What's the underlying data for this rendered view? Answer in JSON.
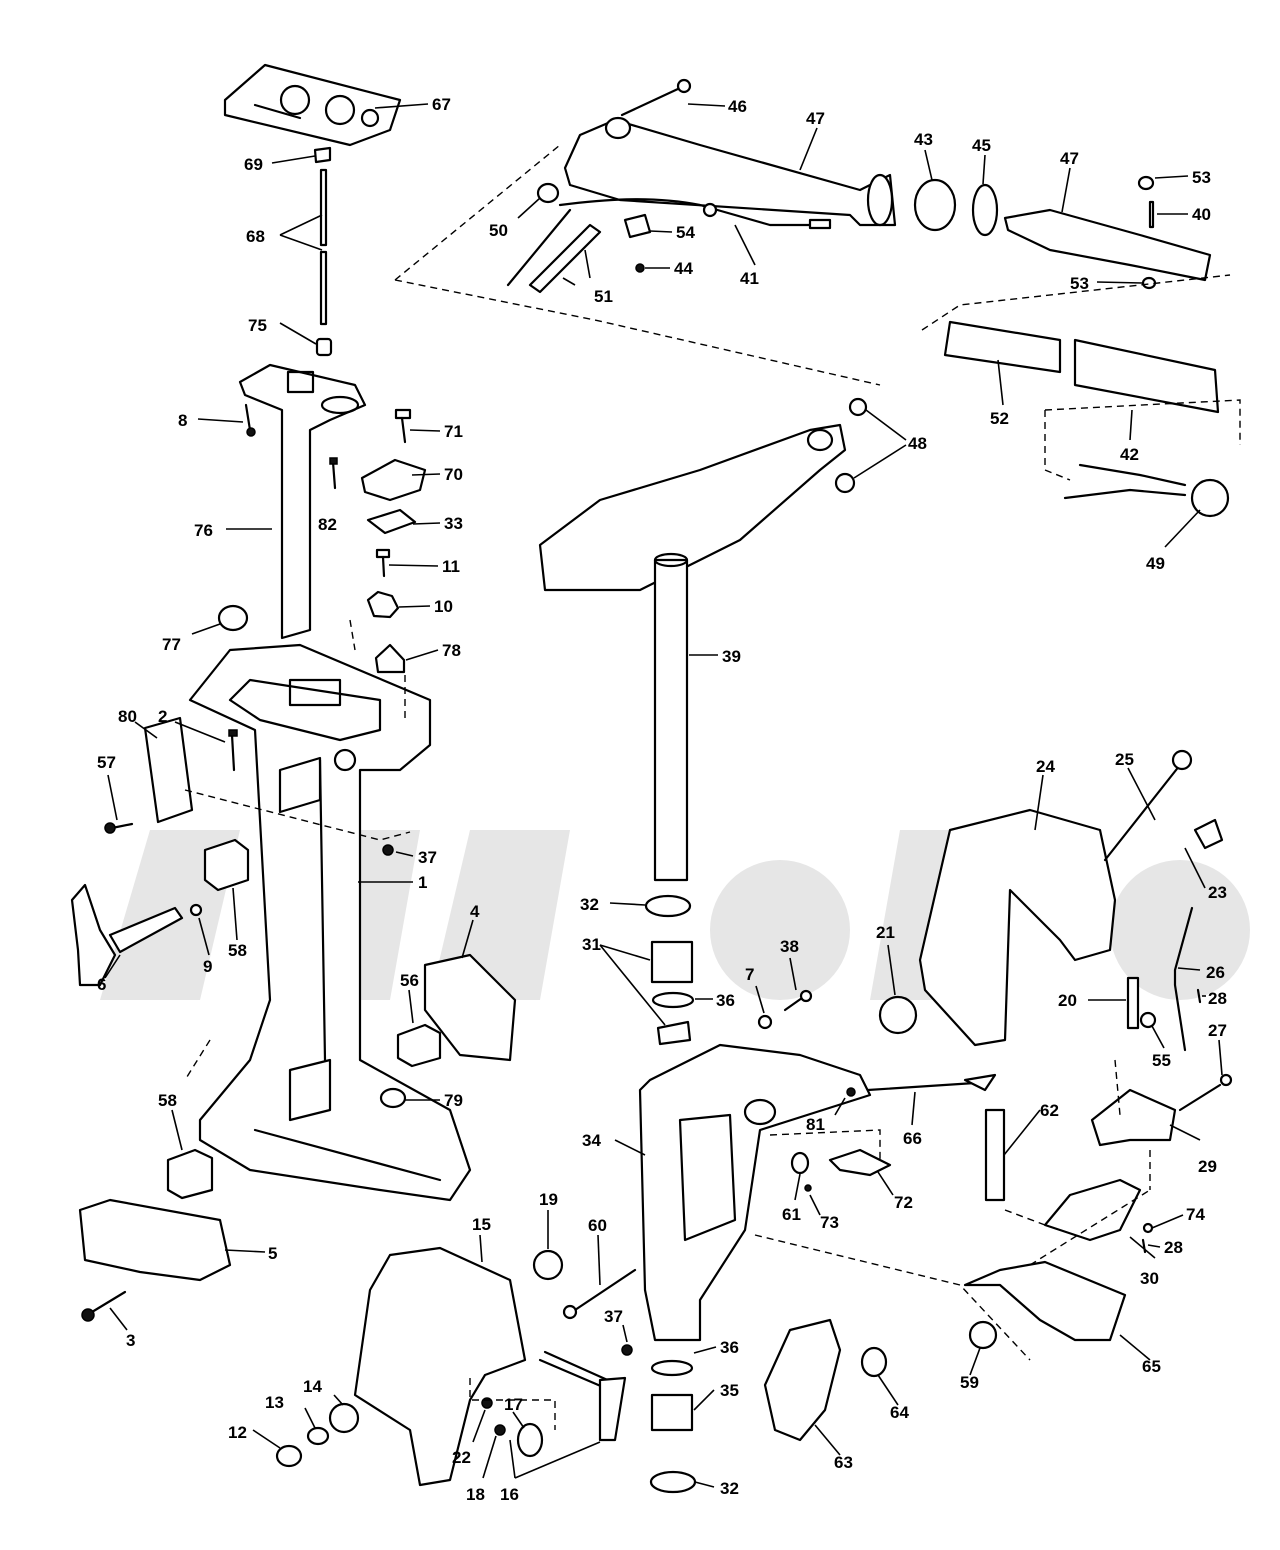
{
  "callouts": [
    {
      "id": "c67",
      "label": "67"
    },
    {
      "id": "c69",
      "label": "69"
    },
    {
      "id": "c68",
      "label": "68"
    },
    {
      "id": "c75",
      "label": "75"
    },
    {
      "id": "c8",
      "label": "8"
    },
    {
      "id": "c71",
      "label": "71"
    },
    {
      "id": "c70",
      "label": "70"
    },
    {
      "id": "c76",
      "label": "76"
    },
    {
      "id": "c82",
      "label": "82"
    },
    {
      "id": "c33",
      "label": "33"
    },
    {
      "id": "c11",
      "label": "11"
    },
    {
      "id": "c10",
      "label": "10"
    },
    {
      "id": "c77",
      "label": "77"
    },
    {
      "id": "c78",
      "label": "78"
    },
    {
      "id": "c80",
      "label": "80"
    },
    {
      "id": "c2",
      "label": "2"
    },
    {
      "id": "c57",
      "label": "57"
    },
    {
      "id": "c37a",
      "label": "37"
    },
    {
      "id": "c1",
      "label": "1"
    },
    {
      "id": "c6",
      "label": "6"
    },
    {
      "id": "c9",
      "label": "9"
    },
    {
      "id": "c58a",
      "label": "58"
    },
    {
      "id": "c4",
      "label": "4"
    },
    {
      "id": "c56",
      "label": "56"
    },
    {
      "id": "c79",
      "label": "79"
    },
    {
      "id": "c58b",
      "label": "58"
    },
    {
      "id": "c5",
      "label": "5"
    },
    {
      "id": "c3",
      "label": "3"
    },
    {
      "id": "c15",
      "label": "15"
    },
    {
      "id": "c19",
      "label": "19"
    },
    {
      "id": "c60",
      "label": "60"
    },
    {
      "id": "c37b",
      "label": "37"
    },
    {
      "id": "c14",
      "label": "14"
    },
    {
      "id": "c13",
      "label": "13"
    },
    {
      "id": "c12",
      "label": "12"
    },
    {
      "id": "c22",
      "label": "22"
    },
    {
      "id": "c17",
      "label": "17"
    },
    {
      "id": "c18",
      "label": "18"
    },
    {
      "id": "c16",
      "label": "16"
    },
    {
      "id": "c36b",
      "label": "36"
    },
    {
      "id": "c35",
      "label": "35"
    },
    {
      "id": "c32b",
      "label": "32"
    },
    {
      "id": "c46",
      "label": "46"
    },
    {
      "id": "c47a",
      "label": "47"
    },
    {
      "id": "c43",
      "label": "43"
    },
    {
      "id": "c45",
      "label": "45"
    },
    {
      "id": "c47b",
      "label": "47"
    },
    {
      "id": "c53a",
      "label": "53"
    },
    {
      "id": "c40",
      "label": "40"
    },
    {
      "id": "c50",
      "label": "50"
    },
    {
      "id": "c54",
      "label": "54"
    },
    {
      "id": "c44",
      "label": "44"
    },
    {
      "id": "c41",
      "label": "41"
    },
    {
      "id": "c51",
      "label": "51"
    },
    {
      "id": "c53b",
      "label": "53"
    },
    {
      "id": "c52",
      "label": "52"
    },
    {
      "id": "c42",
      "label": "42"
    },
    {
      "id": "c48",
      "label": "48"
    },
    {
      "id": "c49",
      "label": "49"
    },
    {
      "id": "c39",
      "label": "39"
    },
    {
      "id": "c32a",
      "label": "32"
    },
    {
      "id": "c31",
      "label": "31"
    },
    {
      "id": "c36a",
      "label": "36"
    },
    {
      "id": "c7",
      "label": "7"
    },
    {
      "id": "c38",
      "label": "38"
    },
    {
      "id": "c21",
      "label": "21"
    },
    {
      "id": "c24",
      "label": "24"
    },
    {
      "id": "c25",
      "label": "25"
    },
    {
      "id": "c23",
      "label": "23"
    },
    {
      "id": "c26",
      "label": "26"
    },
    {
      "id": "c28a",
      "label": "28"
    },
    {
      "id": "c20",
      "label": "20"
    },
    {
      "id": "c27",
      "label": "27"
    },
    {
      "id": "c55",
      "label": "55"
    },
    {
      "id": "c34",
      "label": "34"
    },
    {
      "id": "c81",
      "label": "81"
    },
    {
      "id": "c66",
      "label": "66"
    },
    {
      "id": "c62",
      "label": "62"
    },
    {
      "id": "c29",
      "label": "29"
    },
    {
      "id": "c61",
      "label": "61"
    },
    {
      "id": "c73",
      "label": "73"
    },
    {
      "id": "c72",
      "label": "72"
    },
    {
      "id": "c74",
      "label": "74"
    },
    {
      "id": "c28b",
      "label": "28"
    },
    {
      "id": "c30",
      "label": "30"
    },
    {
      "id": "c65",
      "label": "65"
    },
    {
      "id": "c63",
      "label": "63"
    },
    {
      "id": "c64",
      "label": "64"
    },
    {
      "id": "c59",
      "label": "59"
    }
  ]
}
